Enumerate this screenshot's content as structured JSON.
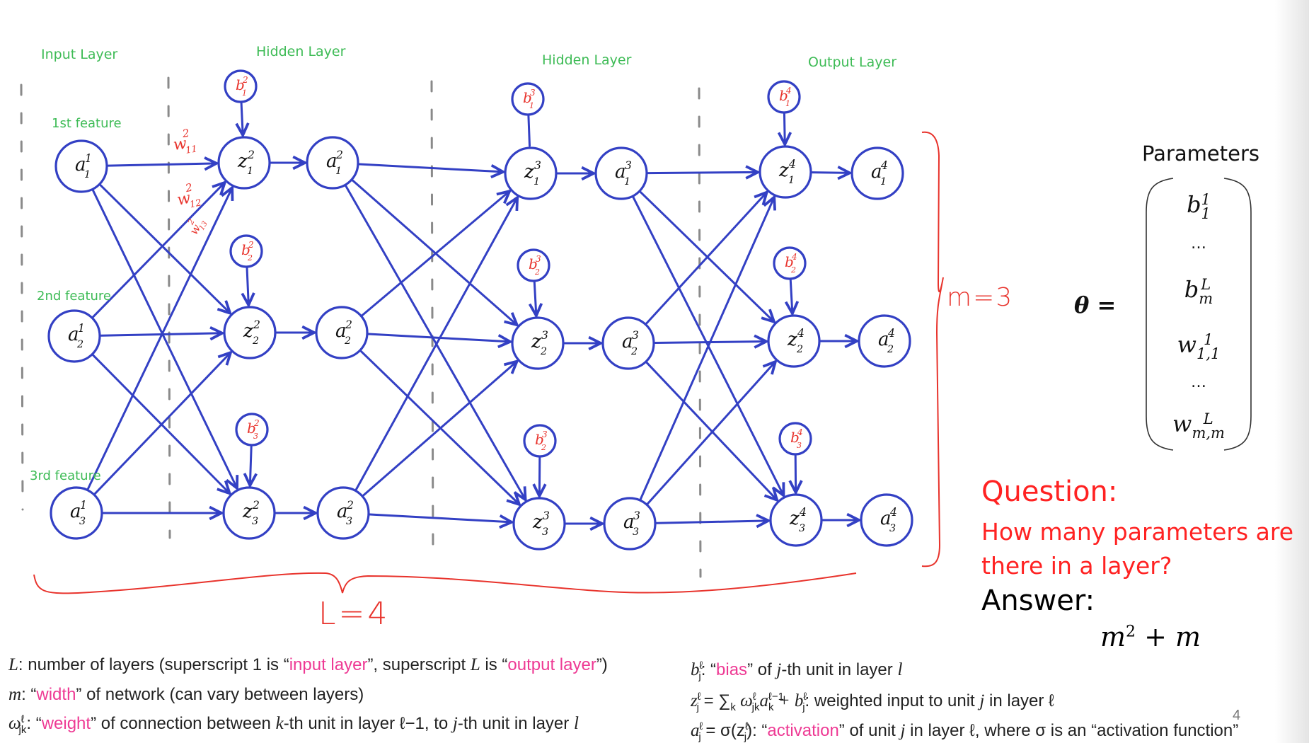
{
  "slide": {
    "page_number": "4"
  },
  "diagram": {
    "layer_labels": [
      "Input Layer",
      "Hidden Layer",
      "Hidden Layer",
      "Output Layer"
    ],
    "feature_labels": [
      "1st feature",
      "2nd feature",
      "3rd feature"
    ],
    "colors": {
      "node_stroke": "#3340c4",
      "edge": "#3340c4",
      "annotation_red": "#e8332c",
      "label_green": "#3dbb55",
      "separator_gray": "#8a8a8a",
      "text_black": "#111111"
    },
    "layers": [
      {
        "index": 1,
        "units": [
          {
            "id": "a1_1",
            "label": "a",
            "sup": "1",
            "sub": "1"
          },
          {
            "id": "a1_2",
            "label": "a",
            "sup": "1",
            "sub": "2"
          },
          {
            "id": "a1_3",
            "label": "a",
            "sup": "1",
            "sub": "3"
          }
        ]
      },
      {
        "index": 2,
        "z_units": [
          {
            "id": "z2_1",
            "label": "z",
            "sup": "2",
            "sub": "1"
          },
          {
            "id": "z2_2",
            "label": "z",
            "sup": "2",
            "sub": "2"
          },
          {
            "id": "z2_3",
            "label": "z",
            "sup": "2",
            "sub": "3"
          }
        ],
        "a_units": [
          {
            "id": "a2_1",
            "label": "a",
            "sup": "2",
            "sub": "1"
          },
          {
            "id": "a2_2",
            "label": "a",
            "sup": "2",
            "sub": "2"
          },
          {
            "id": "a2_3",
            "label": "a",
            "sup": "2",
            "sub": "3"
          }
        ],
        "biases": [
          {
            "id": "b2_1",
            "label": "b",
            "sup": "2",
            "sub": "1"
          },
          {
            "id": "b2_2",
            "label": "b",
            "sup": "2",
            "sub": "2"
          },
          {
            "id": "b2_3",
            "label": "b",
            "sup": "2",
            "sub": "3"
          }
        ]
      },
      {
        "index": 3,
        "z_units": [
          {
            "id": "z3_1",
            "label": "z",
            "sup": "3",
            "sub": "1"
          },
          {
            "id": "z3_2",
            "label": "z",
            "sup": "3",
            "sub": "2"
          },
          {
            "id": "z3_3",
            "label": "z",
            "sup": "3",
            "sub": "3"
          }
        ],
        "a_units": [
          {
            "id": "a3_1",
            "label": "a",
            "sup": "3",
            "sub": "1"
          },
          {
            "id": "a3_2",
            "label": "a",
            "sup": "3",
            "sub": "2"
          },
          {
            "id": "a3_3",
            "label": "a",
            "sup": "3",
            "sub": "3"
          }
        ],
        "biases": [
          {
            "id": "b3_1",
            "label": "b",
            "sup": "3",
            "sub": "1"
          },
          {
            "id": "b3_2",
            "label": "b",
            "sup": "3",
            "sub": "2"
          },
          {
            "id": "b3_3",
            "label": "b",
            "sup": "3",
            "sub": "2"
          }
        ]
      },
      {
        "index": 4,
        "z_units": [
          {
            "id": "z4_1",
            "label": "z",
            "sup": "4",
            "sub": "1"
          },
          {
            "id": "z4_2",
            "label": "z",
            "sup": "4",
            "sub": "2"
          },
          {
            "id": "z4_3",
            "label": "z",
            "sup": "4",
            "sub": "3"
          }
        ],
        "a_units": [
          {
            "id": "a4_1",
            "label": "a",
            "sup": "4",
            "sub": "1"
          },
          {
            "id": "a4_2",
            "label": "a",
            "sup": "4",
            "sub": "2"
          },
          {
            "id": "a4_3",
            "label": "a",
            "sup": "4",
            "sub": "3"
          }
        ],
        "biases": [
          {
            "id": "b4_1",
            "label": "b",
            "sup": "4",
            "sub": "1"
          },
          {
            "id": "b4_2",
            "label": "b",
            "sup": "4",
            "sub": "2"
          },
          {
            "id": "b4_3",
            "label": "b",
            "sup": "4",
            "sub": "3"
          }
        ]
      }
    ],
    "weight_labels": [
      {
        "label": "w",
        "sup": "2",
        "sub": "11"
      },
      {
        "label": "w",
        "sup": "2",
        "sub": "12"
      },
      {
        "label": "w",
        "sup": "2",
        "sub": "13"
      }
    ],
    "annotations": {
      "depth": "L=4",
      "width": "m=3"
    }
  },
  "parameters": {
    "title": "Parameters",
    "lhs": "θ =",
    "vector": [
      {
        "base": "b",
        "sup": "1",
        "sub": "1"
      },
      {
        "dots": "…"
      },
      {
        "base": "b",
        "sup": "L",
        "sub": "m"
      },
      {
        "base": "w",
        "sup": "1",
        "sub": "1,1"
      },
      {
        "dots": "…"
      },
      {
        "base": "w",
        "sup": "L",
        "sub": "m,m"
      }
    ]
  },
  "qa": {
    "question_title": "Question:",
    "question_text": "How many parameters are there in a layer?",
    "answer_title": "Answer:",
    "answer_base": "m",
    "answer_exp": "2",
    "answer_rest": " + m"
  },
  "definitions": {
    "L": {
      "sym": "L",
      "pre": ": number of layers (superscript 1 is “",
      "hl1": "input layer",
      "mid": "”, superscript ",
      "sym2": "L",
      "mid2": " is “",
      "hl2": "output layer",
      "post": "”)"
    },
    "m": {
      "sym": "m",
      "pre": ": “",
      "hl": "width",
      "post": "” of network (can vary between layers)"
    },
    "w": {
      "sym": "ω",
      "sup": "ℓ",
      "sub": "jk",
      "pre": ": “",
      "hl": "weight",
      "post": "” of connection between ",
      "k": "k",
      "post2": "-th unit in layer ℓ−1, to ",
      "j": "j",
      "post3": "-th unit in layer ",
      "l": "l"
    },
    "b": {
      "sym": "b",
      "sup": "ℓ",
      "sub": "j",
      "pre": ": “",
      "hl": "bias",
      "post": "” of ",
      "j": "j",
      "post2": "-th unit in layer ",
      "l": "l"
    },
    "z": {
      "text": "= ∑",
      "sub_k": "k",
      "rest": " ω",
      "sup_l": "ℓ",
      "sub_jk": "jk",
      "a": "a",
      "sup_l1": "ℓ−1",
      "sub_k2": "k",
      "plus": " + b",
      "sup_b": "ℓ",
      "sub_b": "j",
      "desc": ": weighted input to unit ",
      "j": "j",
      "desc2": " in layer ℓ"
    },
    "a": {
      "text": "= σ(z",
      "sup": "ℓ",
      "sub": "j",
      "close": "): “",
      "hl": "activation",
      "post": "” of unit ",
      "j": "j",
      "post2": " in layer ℓ, where σ is an “activation function”"
    }
  }
}
